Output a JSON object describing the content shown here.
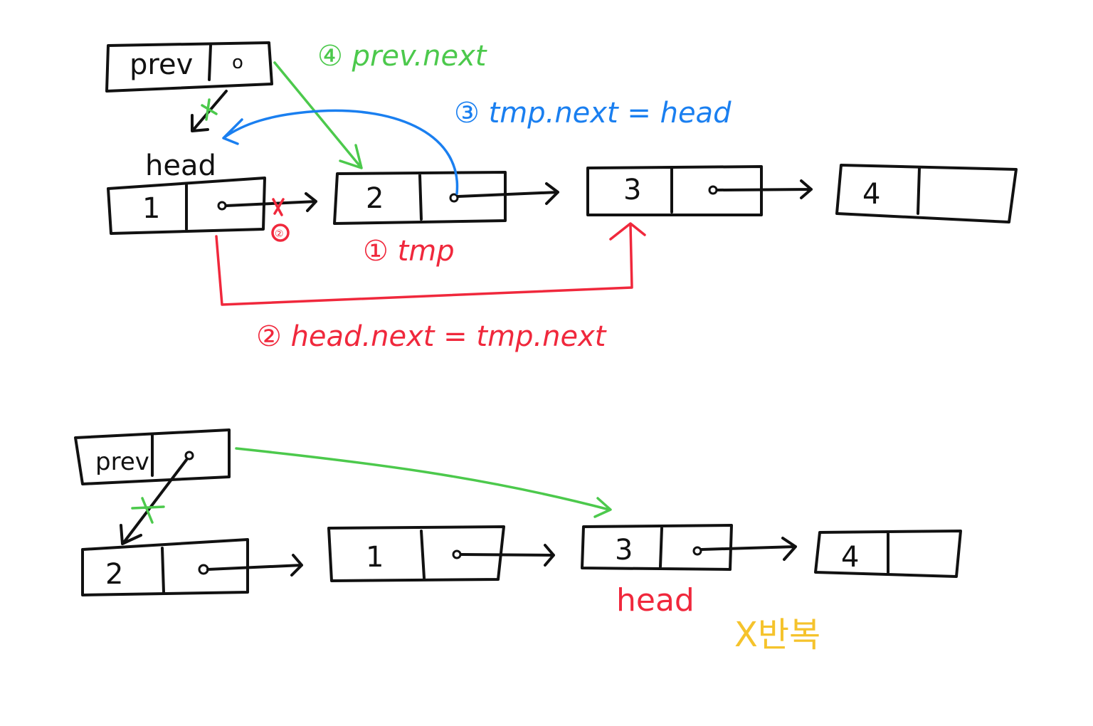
{
  "colors": {
    "ink": "#111111",
    "step_prev_next": "#4cc94c",
    "step_tmp_next": "#1a7ff0",
    "step_head_next": "#f0283c",
    "note": "#f5c32c"
  },
  "top": {
    "prev_label": "prev",
    "prev_ptr": "o",
    "head_label": "head",
    "nodes": [
      "1",
      "2",
      "3",
      "4"
    ],
    "step1": "① tmp",
    "step2": "② head.next = tmp.next",
    "step2_small": "②",
    "step3": "③ tmp.next = head",
    "step4": "④ prev.next"
  },
  "bottom": {
    "prev_label": "prev",
    "nodes": [
      "2",
      "1",
      "3",
      "4"
    ],
    "head_label": "head",
    "note": "X반복"
  }
}
